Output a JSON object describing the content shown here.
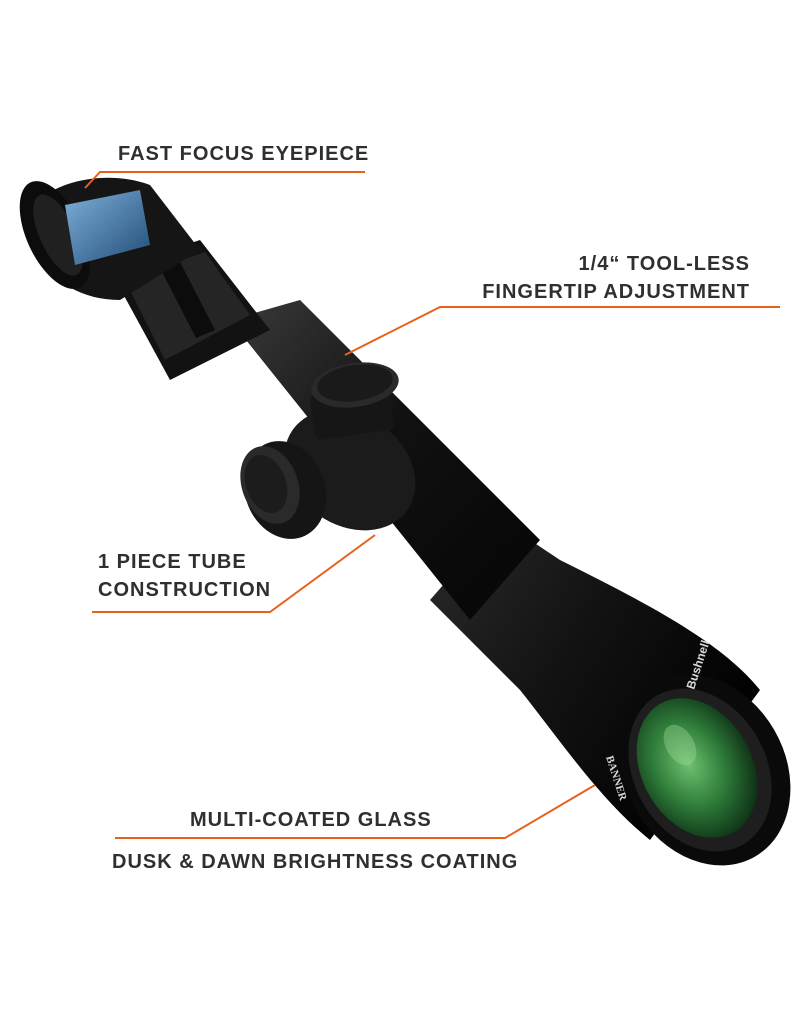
{
  "callouts": {
    "eyepiece": "FAST FOCUS EYEPIECE",
    "adjustment_line1": "1/4“ TOOL-LESS",
    "adjustment_line2": "FINGERTIP ADJUSTMENT",
    "tube_line1": "1 PIECE TUBE",
    "tube_line2": "CONSTRUCTION",
    "glass": "MULTI-COATED GLASS",
    "coating": "DUSK & DAWN BRIGHTNESS COATING"
  },
  "scope_marks": {
    "brand": "Bushnell",
    "model": "BANNER"
  },
  "colors": {
    "leader": "#e8611c",
    "text": "#2f2f2f",
    "scope_body": "#141414",
    "lens_tint": "#2f7d3a",
    "eyepiece_label": "#2a5a86"
  }
}
